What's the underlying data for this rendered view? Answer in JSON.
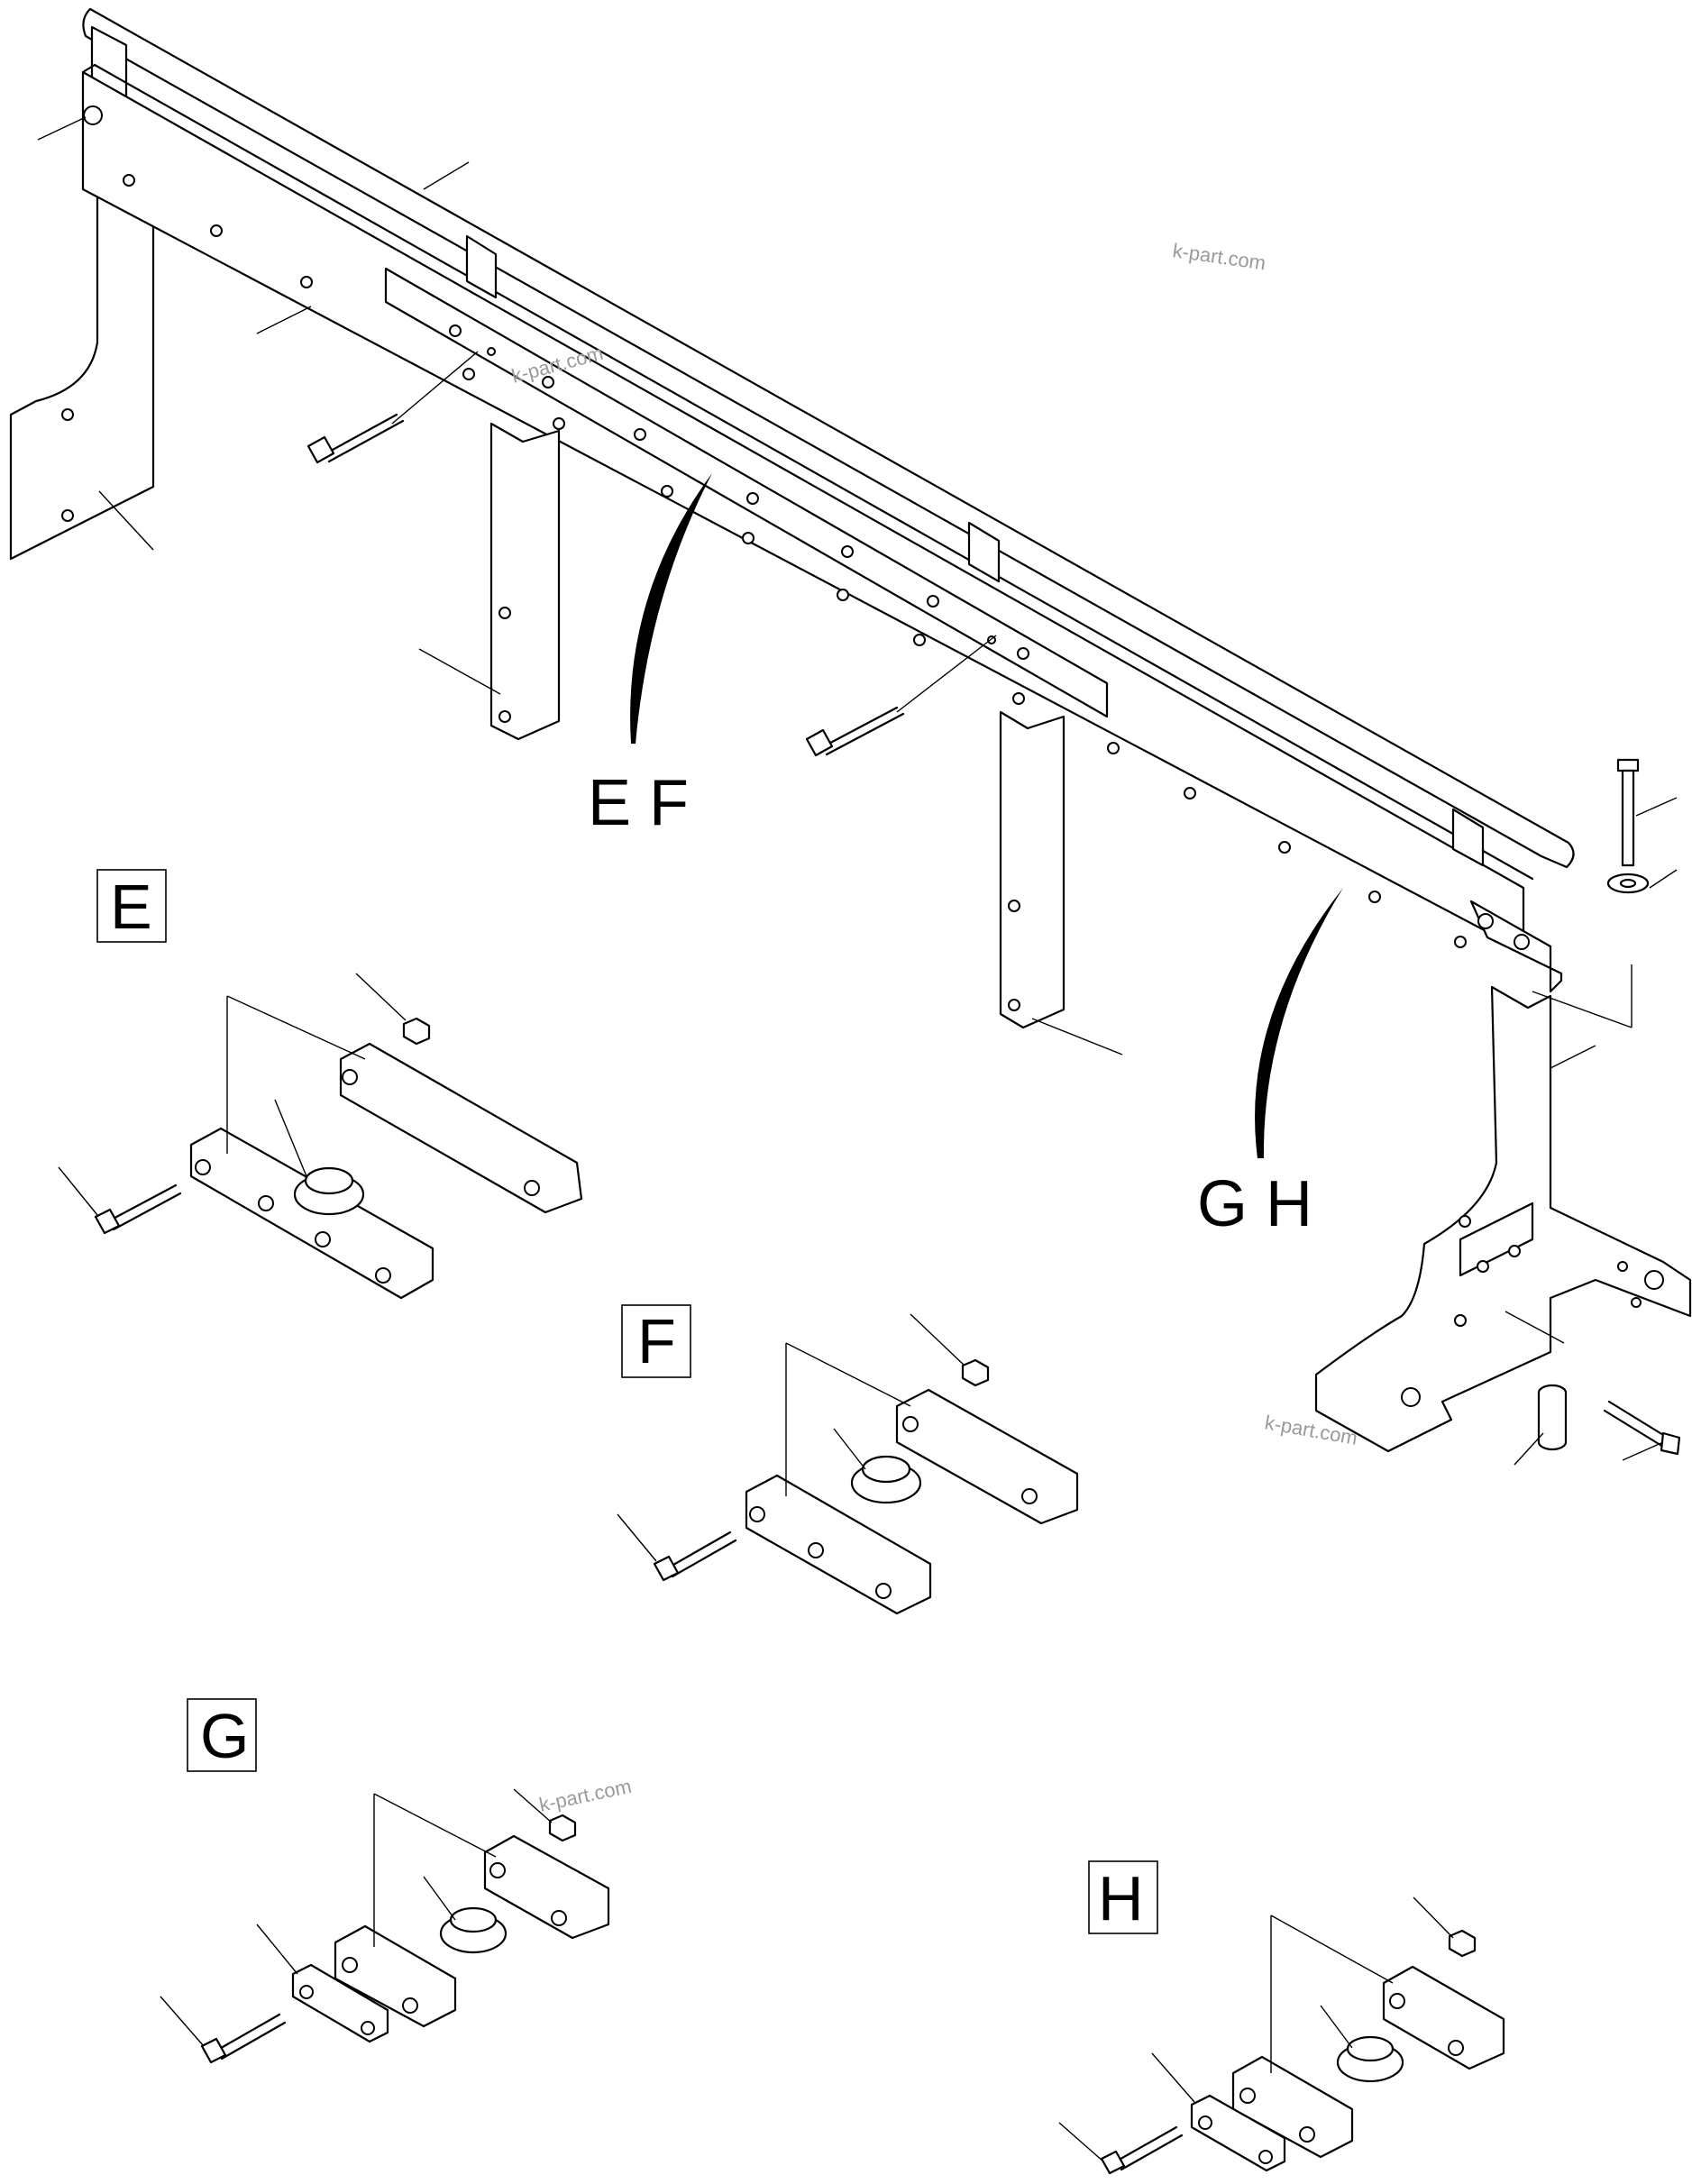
{
  "callouts": {
    "ef": "E F",
    "gh": "G  H"
  },
  "detail_labels": {
    "e": "E",
    "f": "F",
    "g": "G",
    "h": "H"
  },
  "watermarks": [
    "k-part.com",
    "k-part.com",
    "k-part.com",
    "k-part.com"
  ]
}
